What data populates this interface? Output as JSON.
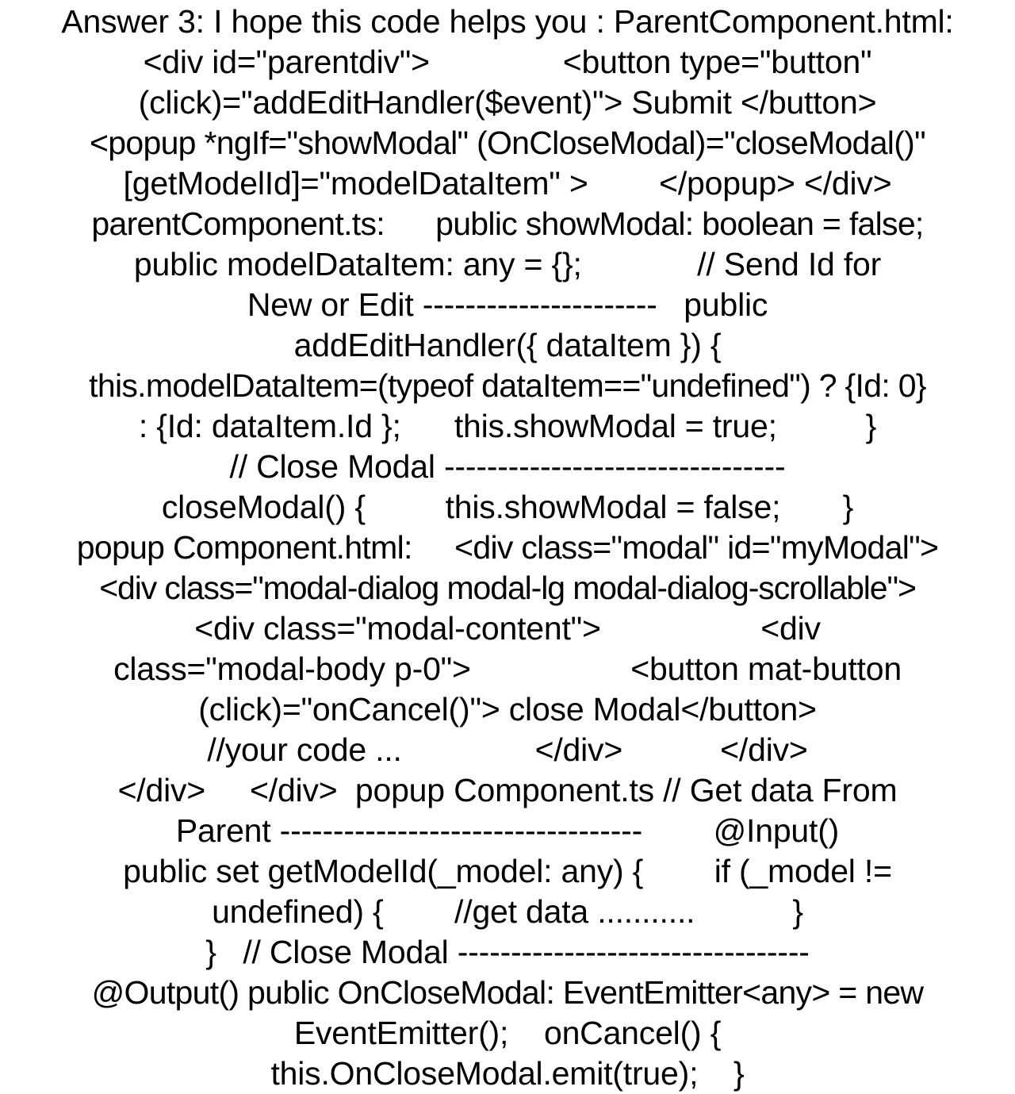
{
  "document": {
    "kind": "code-answer-text",
    "title": "Answer 3 code snippet",
    "text_color": "#000000",
    "background_color": "#ffffff",
    "alignment": "center",
    "line_count": 26,
    "lines": [
      "Answer 3: I hope this code helps you : ParentComponent.html:",
      "<div id=\"parentdiv\">               <button type=\"button\"",
      "(click)=\"addEditHandler($event)\"> Submit </button>",
      "<popup *ngIf=\"showModal\" (OnCloseModal)=\"closeModal()\"",
      "[getModelId]=\"modelDataItem\" >        </popup> </div>",
      "parentComponent.ts:      public showModal: boolean = false;",
      "public modelDataItem: any = {};             // Send Id for",
      "New or Edit ----------------------   public",
      "addEditHandler({ dataItem }) {",
      "this.modelDataItem=(typeof dataItem==\"undefined\") ? {Id: 0}",
      ": {Id: dataItem.Id };      this.showModal = true;          }",
      "// Close Modal --------------------------------",
      "closeModal() {         this.showModal = false;       }",
      "popup Component.html:     <div class=\"modal\" id=\"myModal\">",
      "<div class=\"modal-dialog modal-lg modal-dialog-scrollable\">",
      "<div class=\"modal-content\">                  <div",
      "class=\"modal-body p-0\">                  <button mat-button",
      "(click)=\"onCancel()\"> close Modal</button>",
      "//your code ...               </div>           </div>",
      "</div>     </div>  popup Component.ts // Get data From",
      "Parent ----------------------------------        @Input()",
      "public set getModelId(_model: any) {        if (_model !=",
      "undefined) {        //get data ...........           }",
      "}   // Close Modal ---------------------------------",
      "@Output() public OnCloseModal: EventEmitter<any> = new",
      "EventEmitter();    onCancel() {",
      "this.OnCloseModal.emit(true);    }"
    ]
  }
}
